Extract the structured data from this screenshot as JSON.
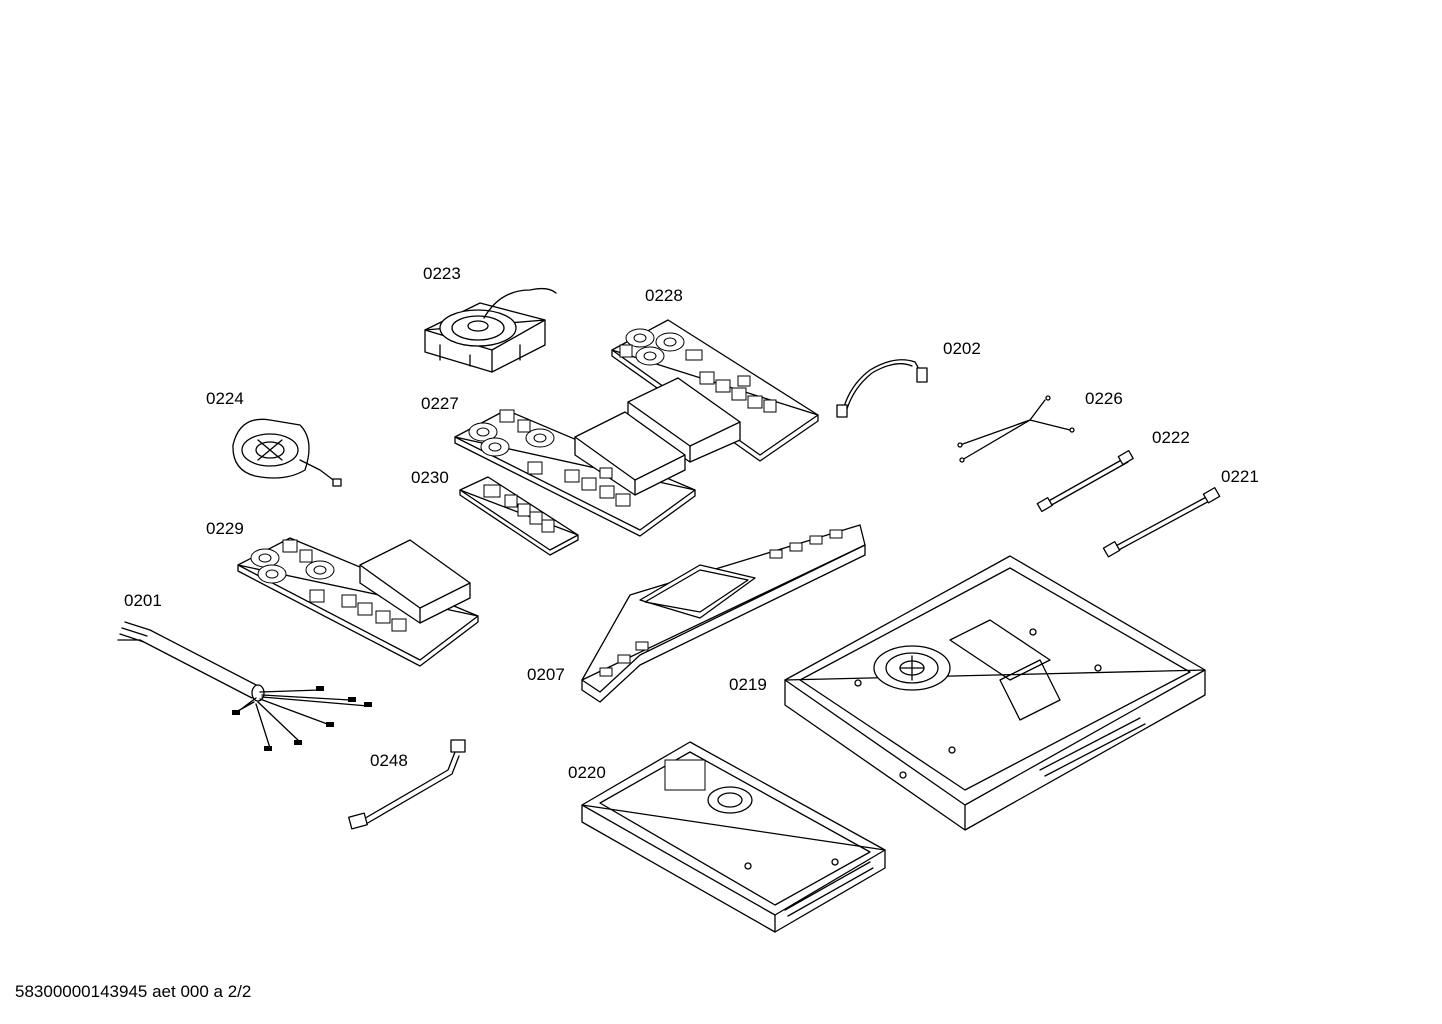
{
  "parts": [
    {
      "id": "part-0223",
      "number": "0223"
    },
    {
      "id": "part-0228",
      "number": "0228"
    },
    {
      "id": "part-0202",
      "number": "0202"
    },
    {
      "id": "part-0224",
      "number": "0224"
    },
    {
      "id": "part-0227",
      "number": "0227"
    },
    {
      "id": "part-0226",
      "number": "0226"
    },
    {
      "id": "part-0222",
      "number": "0222"
    },
    {
      "id": "part-0230",
      "number": "0230"
    },
    {
      "id": "part-0221",
      "number": "0221"
    },
    {
      "id": "part-0229",
      "number": "0229"
    },
    {
      "id": "part-0201",
      "number": "0201"
    },
    {
      "id": "part-0207",
      "number": "0207"
    },
    {
      "id": "part-0219",
      "number": "0219"
    },
    {
      "id": "part-0248",
      "number": "0248"
    },
    {
      "id": "part-0220",
      "number": "0220"
    }
  ],
  "footer": {
    "document_code": "58300000143945 aet 000 a 2/2"
  }
}
